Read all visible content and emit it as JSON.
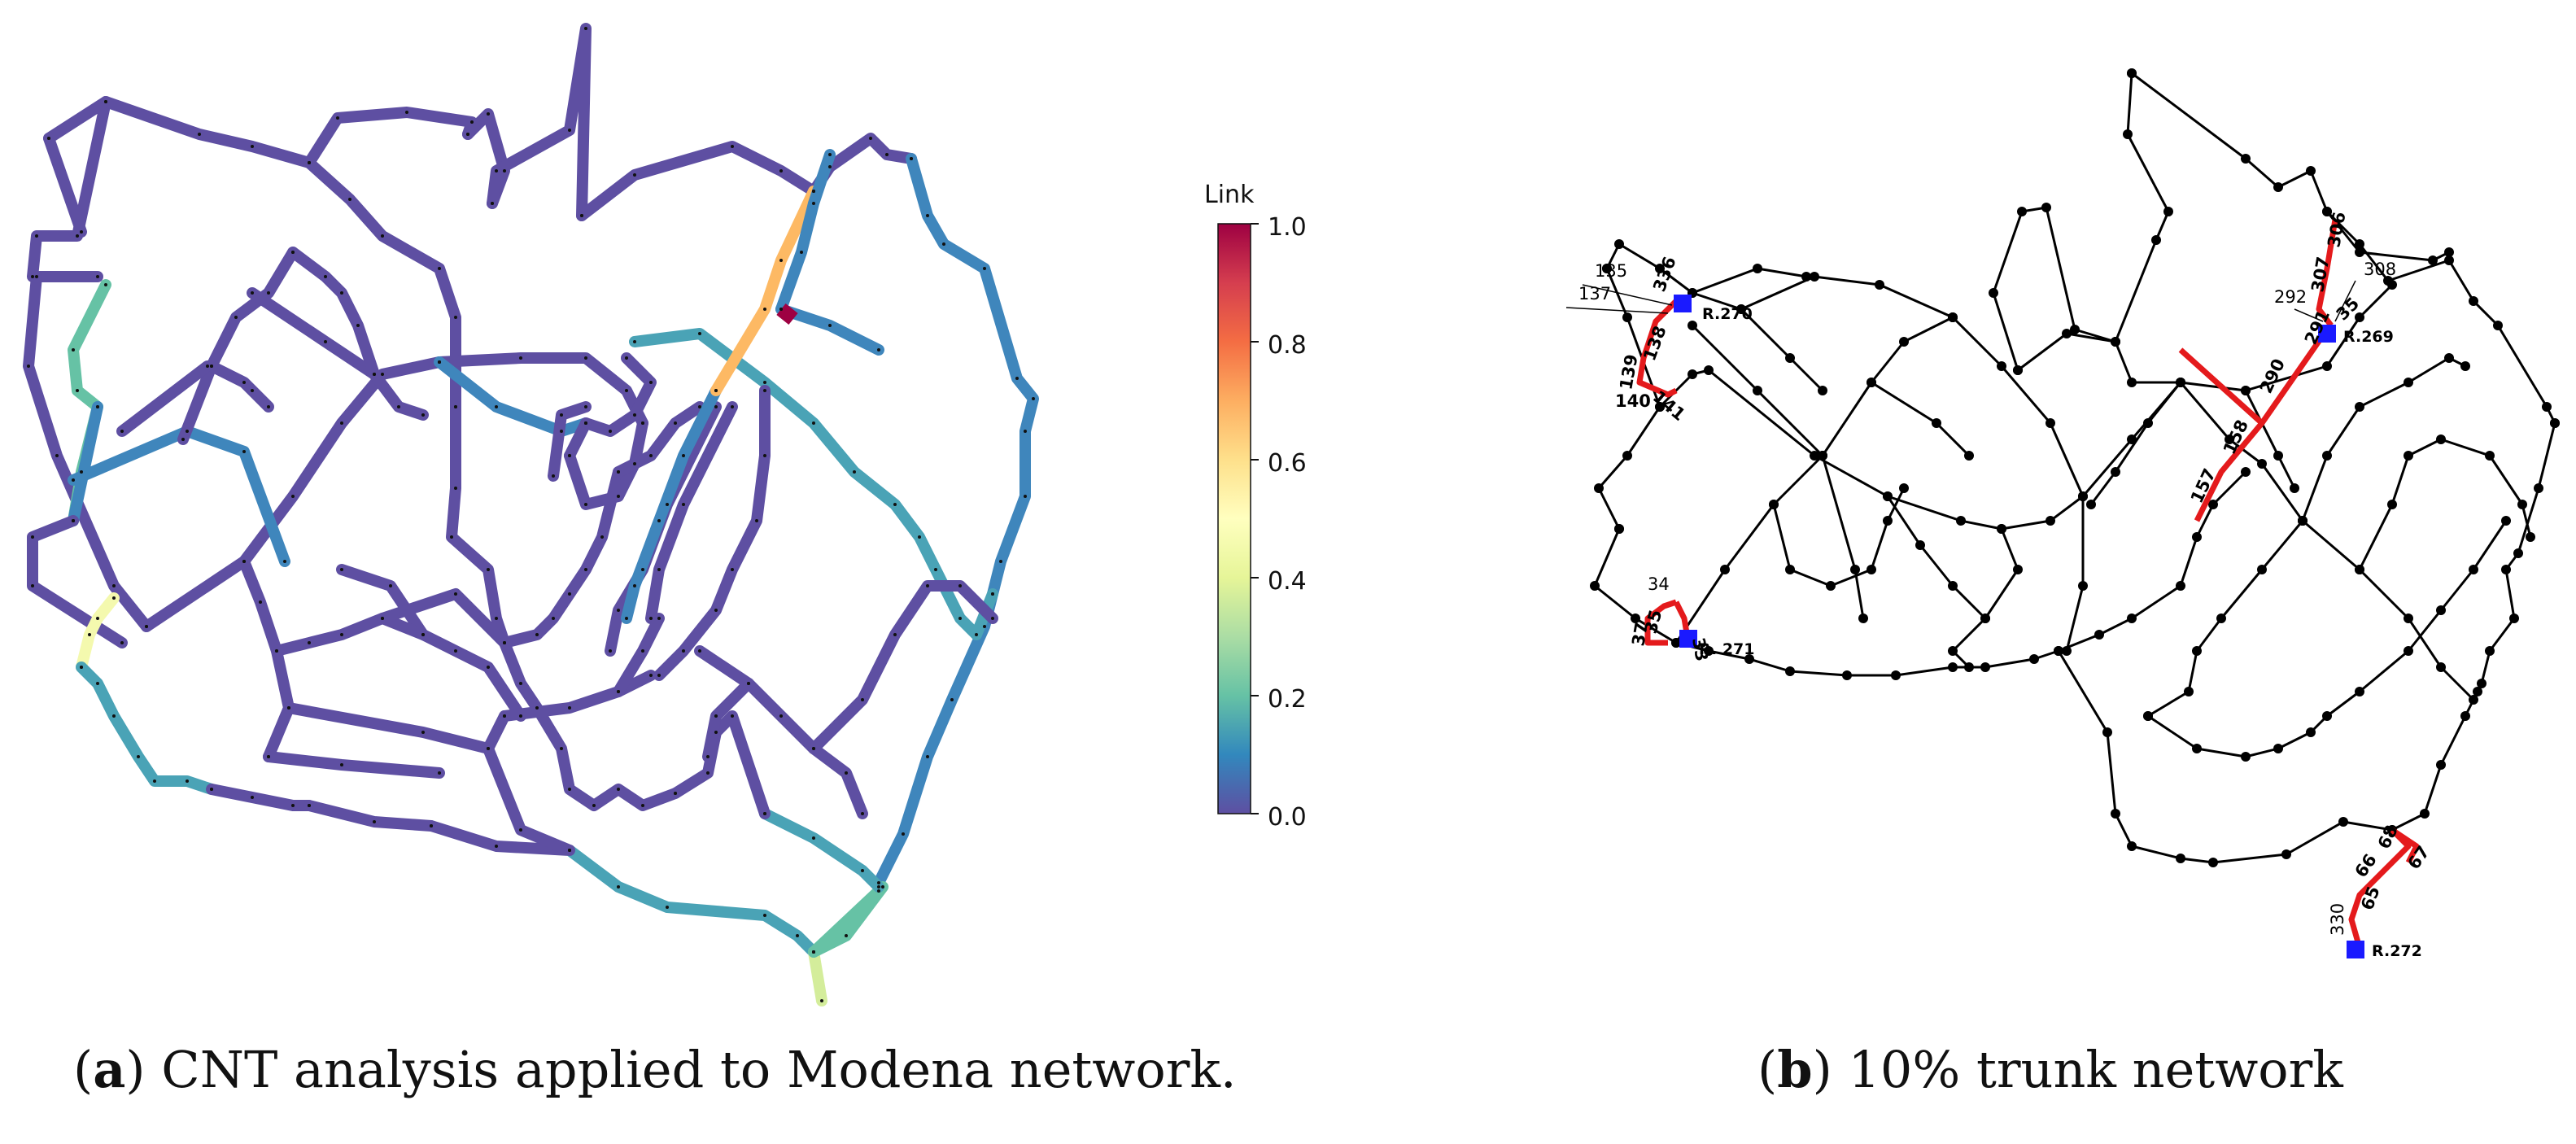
{
  "captions": {
    "a": {
      "label": "a",
      "text": "CNT analysis applied to Modena network."
    },
    "b": {
      "label": "b",
      "text": "10% trunk network"
    }
  },
  "colorbar": {
    "title": "Link",
    "ticks": [
      "1.0",
      "0.8",
      "0.6",
      "0.4",
      "0.2",
      "0.0"
    ],
    "colormap": "Spectral_r",
    "range": [
      0.0,
      1.0
    ]
  },
  "colors": {
    "low": "#5e4fa2",
    "high": "#9e0142",
    "trunk": "#e41a1c",
    "reservoir": "#1a1aff",
    "network": "#000000"
  },
  "panel_b": {
    "reservoirs": [
      "R.270",
      "R.269",
      "R. 271",
      "R.272"
    ],
    "link_labels": [
      "135",
      "137",
      "336",
      "138",
      "139",
      "140",
      "141",
      "34",
      "37",
      "35",
      "33",
      "292",
      "308",
      "306",
      "307",
      "291",
      "35",
      "290",
      "158",
      "157",
      "68",
      "66",
      "67",
      "65",
      "330"
    ]
  }
}
